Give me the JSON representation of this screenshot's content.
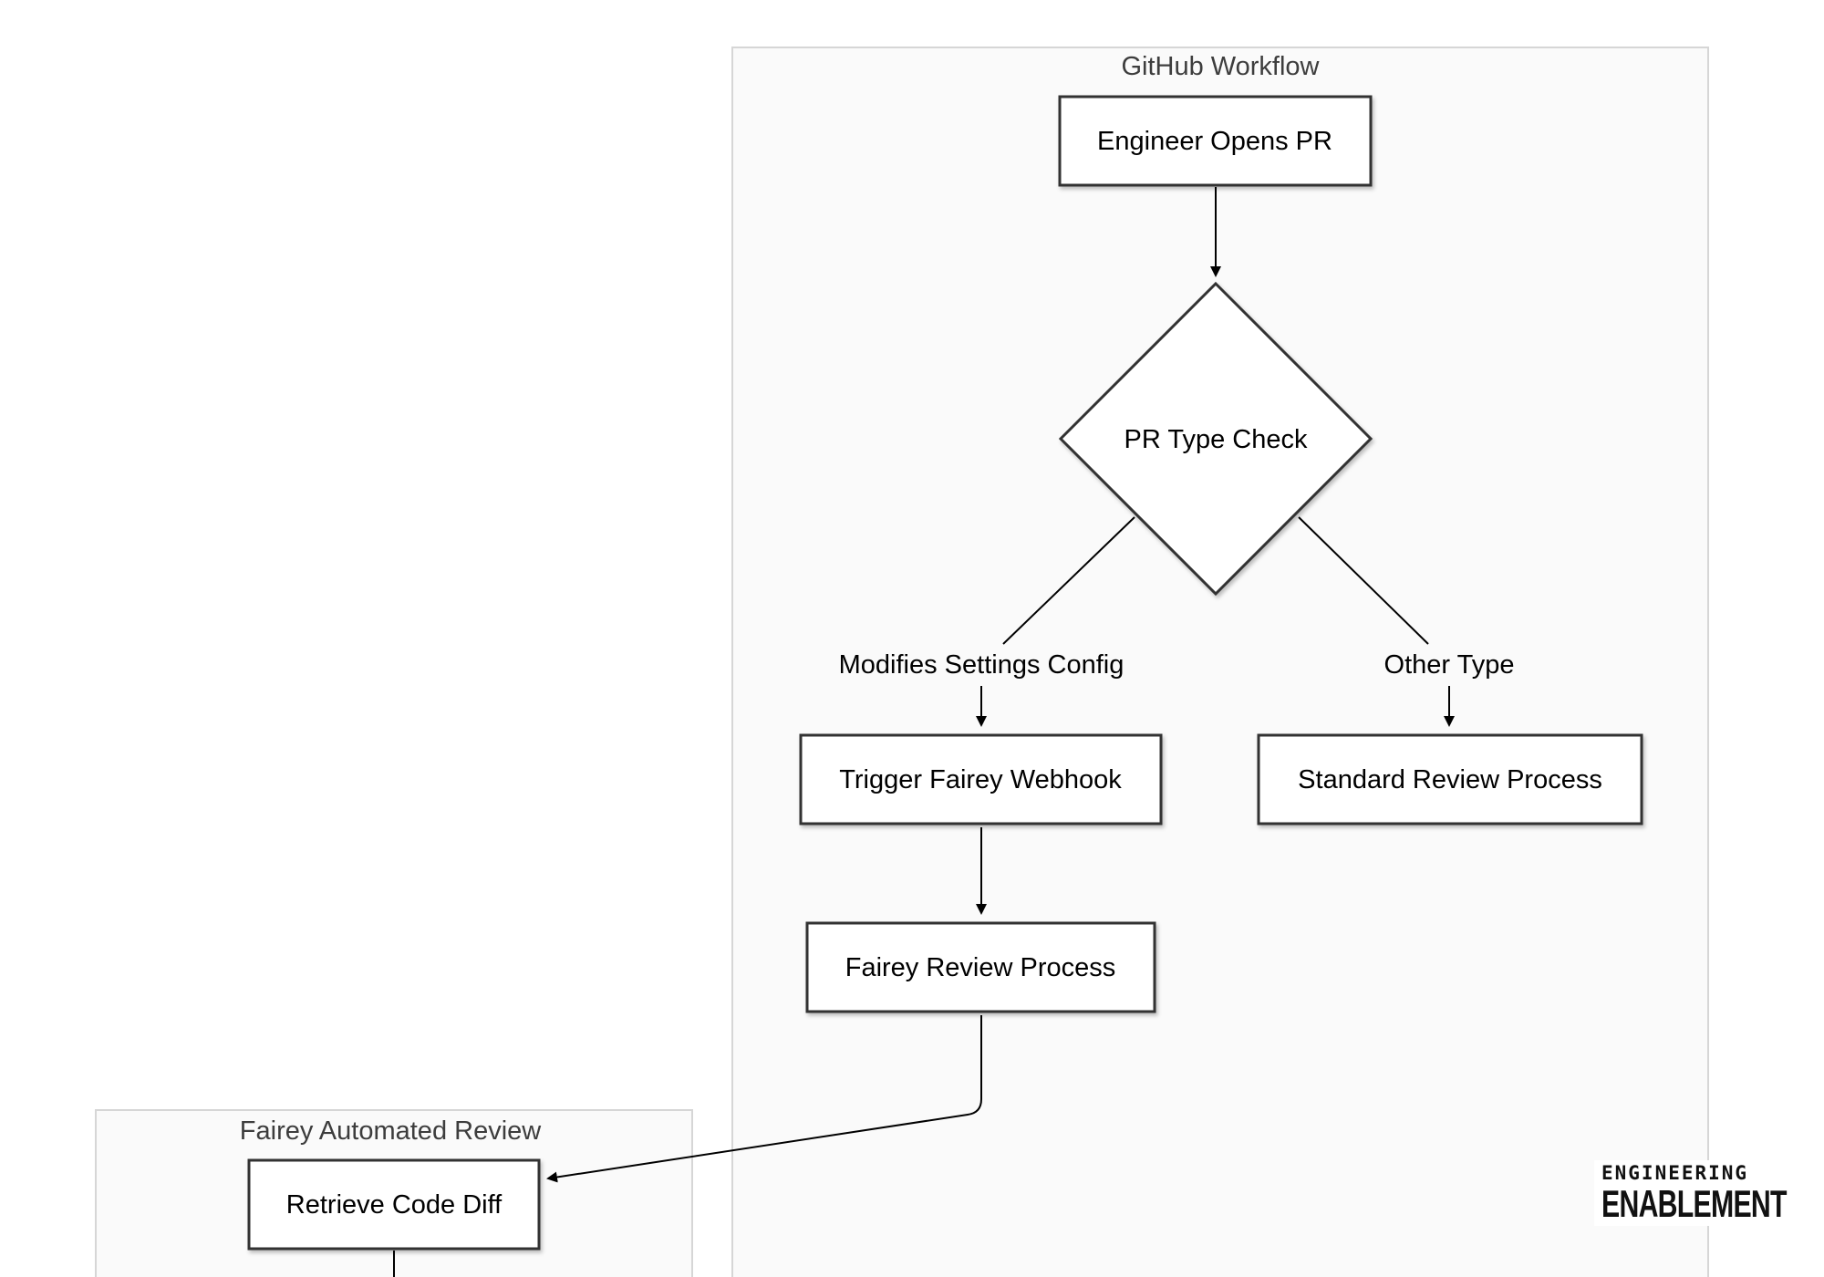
{
  "clusters": {
    "github": {
      "title": "GitHub Workflow"
    },
    "fairey": {
      "title": "Fairey Automated Review"
    }
  },
  "nodes": {
    "open_pr": "Engineer Opens PR",
    "type_check": "PR Type Check",
    "trigger_webhook": "Trigger Fairey Webhook",
    "standard_review": "Standard Review Process",
    "fairey_review": "Fairey Review Process",
    "retrieve_diff": "Retrieve Code Diff"
  },
  "edges": {
    "settings_label": "Modifies Settings Config",
    "other_label": "Other Type"
  },
  "logo": {
    "line1": "ENGINEERING",
    "line2": "ENABLEMENT"
  }
}
